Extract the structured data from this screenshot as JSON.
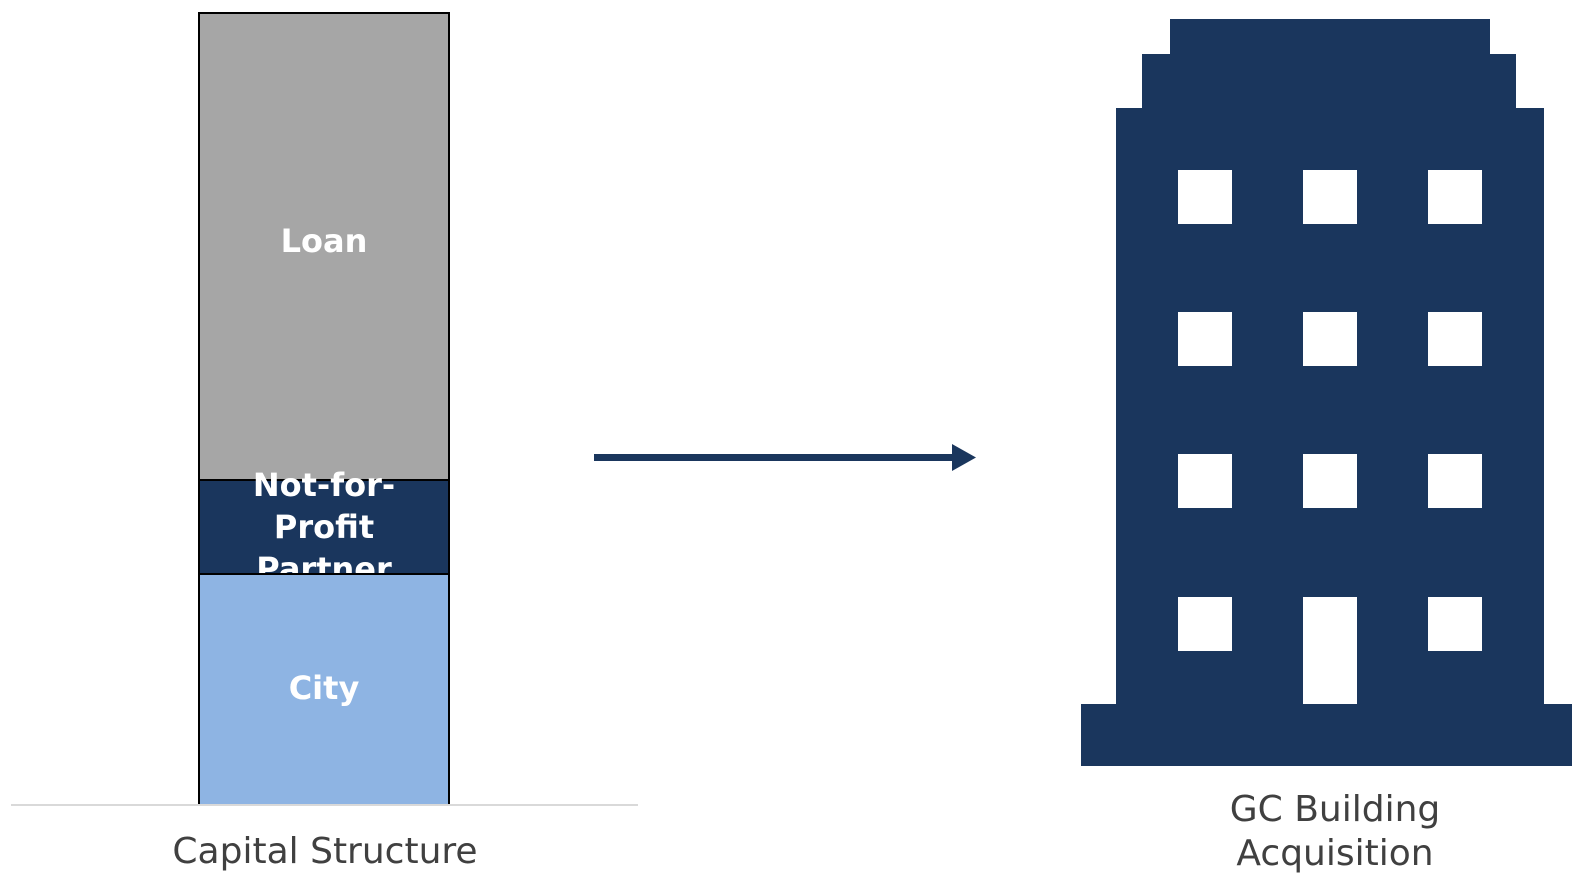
{
  "segments": {
    "loan": "Loan",
    "partner": "Not-for-Profit Partner",
    "city": "City"
  },
  "captions": {
    "left": "Capital Structure",
    "right": "GC Building Acquisition"
  },
  "colors": {
    "loan": "#a6a6a6",
    "partner": "#1a365d",
    "city": "#8eb4e3",
    "building": "#1a365d",
    "arrow": "#1a365d"
  },
  "icons": {
    "arrow": "arrow-right-icon",
    "building": "building-icon"
  }
}
